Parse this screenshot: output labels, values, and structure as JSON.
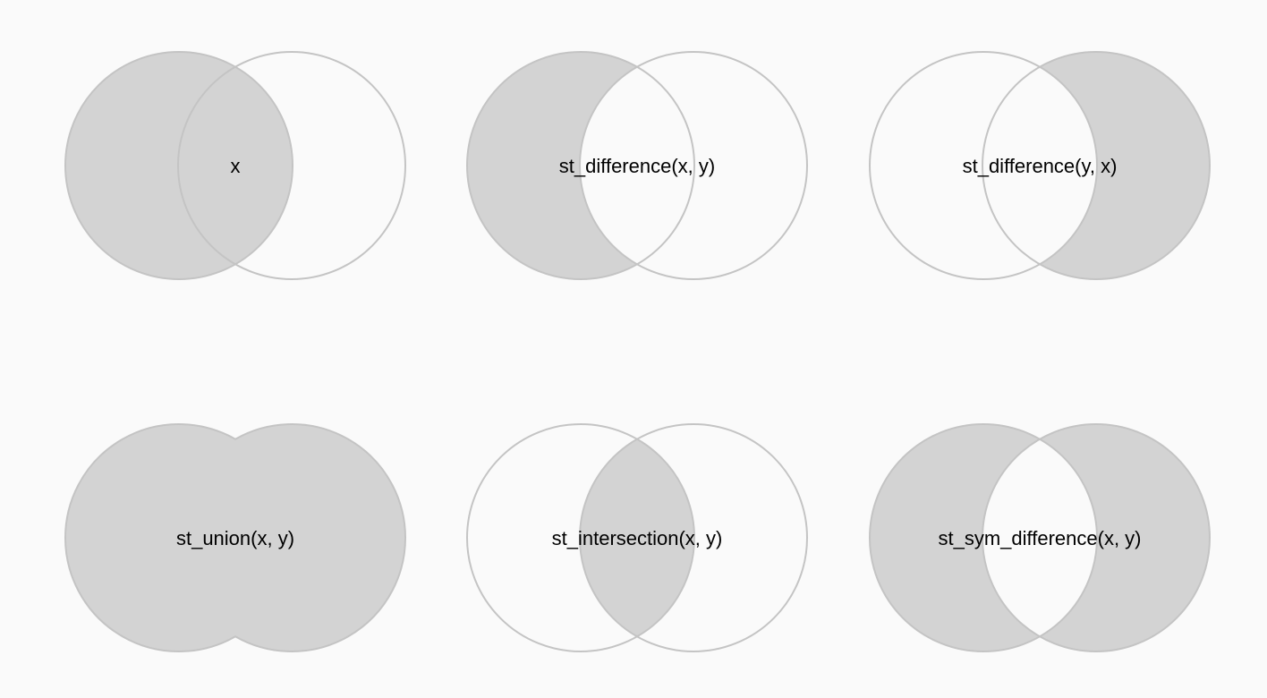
{
  "colors": {
    "fill": "#d3d3d3",
    "outline": "#c4c4c4",
    "background": "#fafafa"
  },
  "panels": [
    {
      "label": "x",
      "shade": "x"
    },
    {
      "label": "st_difference(x, y)",
      "shade": "x_minus_y"
    },
    {
      "label": "st_difference(y, x)",
      "shade": "y_minus_x"
    },
    {
      "label": "st_union(x, y)",
      "shade": "union"
    },
    {
      "label": "st_intersection(x, y)",
      "shade": "intersection"
    },
    {
      "label": "st_sym_difference(x, y)",
      "shade": "sym_difference"
    }
  ]
}
